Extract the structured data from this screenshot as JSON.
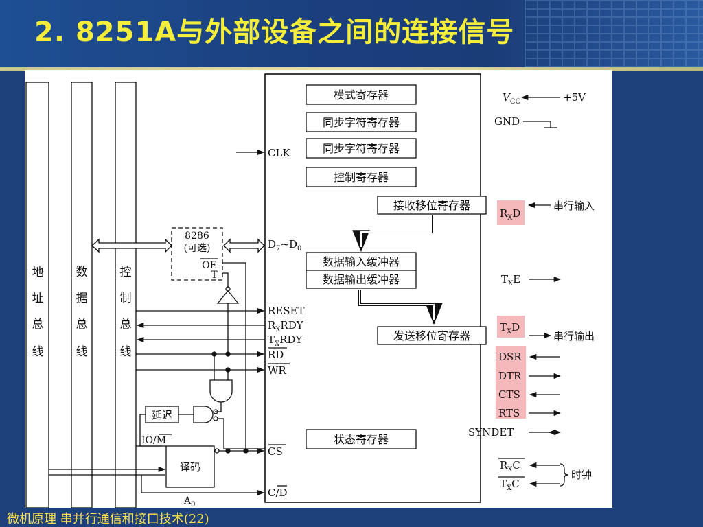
{
  "title": "2. 8251A与外部设备之间的连接信号",
  "footer": "微机原理   串并行通信和接口技术(22)",
  "colors": {
    "title": "#f4ee3a",
    "header_bg": "#1d3f7a",
    "highlight": "#f5b8bb"
  },
  "buses": {
    "address": [
      "地",
      "址",
      "总",
      "线"
    ],
    "data": [
      "数",
      "据",
      "总",
      "线"
    ],
    "control": [
      "控",
      "制",
      "总",
      "线"
    ]
  },
  "registers": {
    "mode": "模式寄存器",
    "sync1": "同步字符寄存器",
    "sync2": "同步字符寄存器",
    "control": "控制寄存器",
    "rx_shift": "接收移位寄存器",
    "in_buf": "数据输入缓冲器",
    "out_buf": "数据输出缓冲器",
    "tx_shift": "发送移位寄存器",
    "status": "状态寄存器"
  },
  "transceiver": {
    "name": "8286",
    "optional": "(可选)",
    "oe": "OE",
    "t": "T"
  },
  "delay": "延迟",
  "decoder": "译码",
  "io_m": "IO/M",
  "a0": "A",
  "a0_sub": "0",
  "left_pins": {
    "clk": "CLK",
    "data": "D",
    "data_sub1": "7",
    "data_mid": "~D",
    "data_sub2": "0",
    "reset": "RESET",
    "rxrdy_a": "R",
    "rxrdy_sub": "X",
    "rxrdy_b": "RDY",
    "txrdy_a": "T",
    "txrdy_sub": "X",
    "txrdy_b": "RDY",
    "rd": "RD",
    "wr": "WR",
    "cs": "CS",
    "cd": "C/D"
  },
  "right_pins": {
    "vcc": "V",
    "vcc_sub": "CC",
    "vcc_val": "+5V",
    "gnd": "GND",
    "rxd_a": "R",
    "rxd_sub": "X",
    "rxd_b": "D",
    "serial_in": "串行输入",
    "txe_a": "T",
    "txe_sub": "X",
    "txe_b": "E",
    "txd_a": "T",
    "txd_sub": "X",
    "txd_b": "D",
    "serial_out": "串行输出",
    "dsr": "DSR",
    "dtr": "DTR",
    "cts": "CTS",
    "rts": "RTS",
    "syndet": "SYNDET",
    "rxc_a": "R",
    "rxc_sub": "X",
    "rxc_b": "C",
    "txc_a": "T",
    "txc_sub": "X",
    "txc_b": "C",
    "clock": "时钟"
  }
}
